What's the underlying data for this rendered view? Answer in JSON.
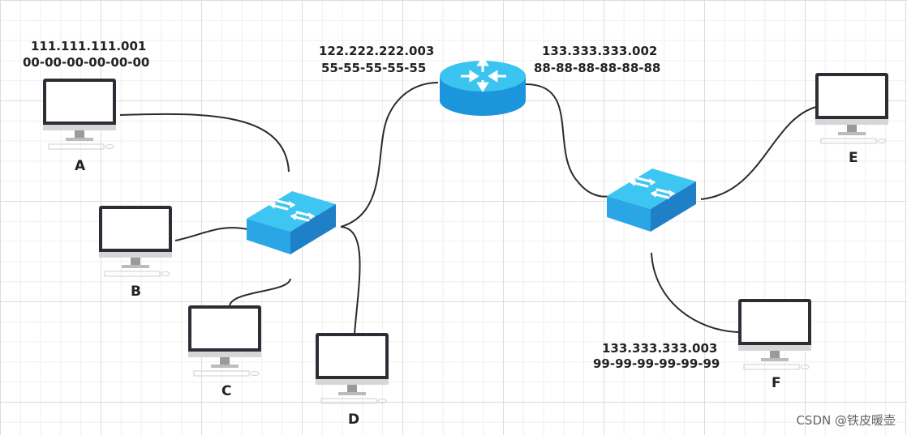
{
  "hosts": {
    "A": {
      "name": "A",
      "ip": "111.111.111.001",
      "mac": "00-00-00-00-00-00"
    },
    "B": {
      "name": "B"
    },
    "C": {
      "name": "C"
    },
    "D": {
      "name": "D"
    },
    "E": {
      "name": "E"
    },
    "F": {
      "name": "F",
      "ip": "133.333.333.003",
      "mac": "99-99-99-99-99-99"
    }
  },
  "router": {
    "left_ip": "122.222.222.003",
    "left_mac": "55-55-55-55-55",
    "right_ip": "133.333.333.002",
    "right_mac": "88-88-88-88-88-88"
  },
  "watermark": "CSDN @铁皮暖壶",
  "colors": {
    "switch_top": "#3ec6f2",
    "switch_side": "#1f8fd2",
    "router": "#2aa8e8",
    "line": "#2b2b2b",
    "monitor": "#2d2d35"
  }
}
